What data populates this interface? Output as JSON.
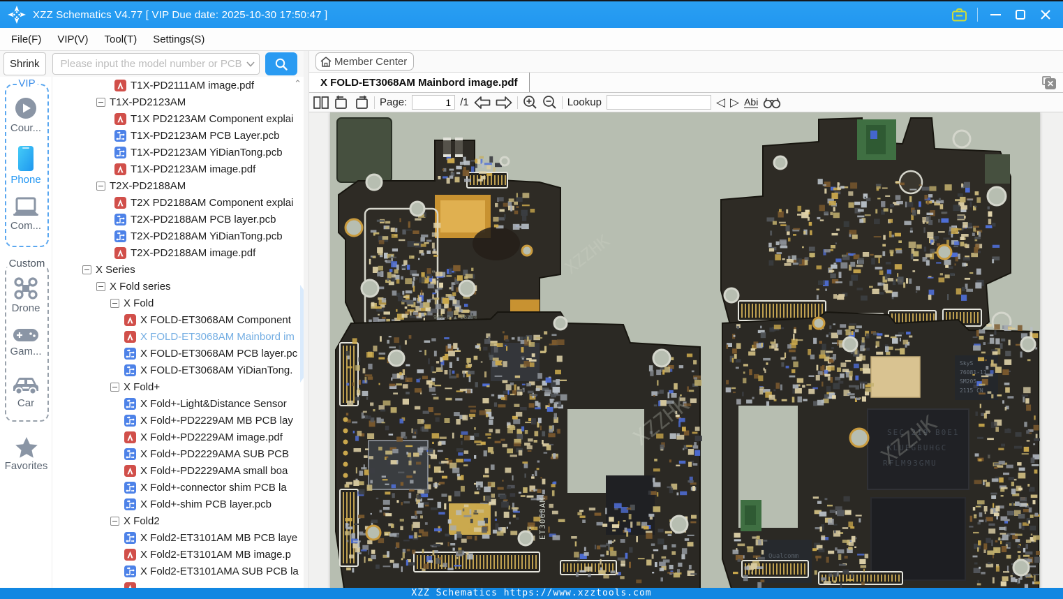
{
  "window": {
    "title": "XZZ Schematics V4.77 [ VIP Due date: 2025-10-30 17:50:47 ]"
  },
  "menu": {
    "items": [
      {
        "id": "file",
        "label": "File(F)"
      },
      {
        "id": "vip",
        "label": "VIP(V)"
      },
      {
        "id": "tool",
        "label": "Tool(T)"
      },
      {
        "id": "settings",
        "label": "Settings(S)"
      }
    ]
  },
  "search": {
    "shrink_label": "Shrink",
    "placeholder": "Please input the model number or PCB",
    "value": ""
  },
  "rail": {
    "vip": {
      "label": "VIP",
      "items": [
        {
          "id": "course",
          "label": "Cour...",
          "icon": "play-icon",
          "active": false
        },
        {
          "id": "phone",
          "label": "Phone",
          "icon": "phone-icon",
          "active": true
        },
        {
          "id": "computer",
          "label": "Com...",
          "icon": "laptop-icon",
          "active": false
        }
      ]
    },
    "custom": {
      "label": "Custom",
      "items": [
        {
          "id": "drone",
          "label": "Drone",
          "icon": "drone-icon",
          "active": false
        },
        {
          "id": "game",
          "label": "Gam...",
          "icon": "gamepad-icon",
          "active": false
        },
        {
          "id": "car",
          "label": "Car",
          "icon": "car-icon",
          "active": false
        }
      ]
    },
    "favorites": {
      "label": "Favorites",
      "icon": "star-icon"
    }
  },
  "tree": {
    "items": [
      {
        "label": "T1X-PD2111AM image.pdf",
        "type": "pdf",
        "level": 2,
        "selected": false
      },
      {
        "label": "T1X-PD2123AM",
        "type": "group",
        "level": 1,
        "selected": false
      },
      {
        "label": "T1X PD2123AM Component explai",
        "type": "pdf",
        "level": 2,
        "selected": false
      },
      {
        "label": "T1X-PD2123AM PCB Layer.pcb",
        "type": "pcb",
        "level": 2,
        "selected": false
      },
      {
        "label": "T1X-PD2123AM YiDianTong.pcb",
        "type": "pcb",
        "level": 2,
        "selected": false
      },
      {
        "label": "T1X-PD2123AM image.pdf",
        "type": "pdf",
        "level": 2,
        "selected": false
      },
      {
        "label": "T2X-PD2188AM",
        "type": "group",
        "level": 1,
        "selected": false
      },
      {
        "label": "T2X PD2188AM Component explai",
        "type": "pdf",
        "level": 2,
        "selected": false
      },
      {
        "label": "T2X-PD2188AM PCB layer.pcb",
        "type": "pcb",
        "level": 2,
        "selected": false
      },
      {
        "label": "T2X-PD2188AM YiDianTong.pcb",
        "type": "pcb",
        "level": 2,
        "selected": false
      },
      {
        "label": "T2X-PD2188AM image.pdf",
        "type": "pdf",
        "level": 2,
        "selected": false
      },
      {
        "label": "X Series",
        "type": "group",
        "level": 0,
        "selected": false
      },
      {
        "label": "X Fold series",
        "type": "group",
        "level": 1,
        "selected": false
      },
      {
        "label": "X Fold",
        "type": "group",
        "level": 2,
        "selected": false
      },
      {
        "label": "X FOLD-ET3068AM Component",
        "type": "pdf",
        "level": 3,
        "selected": false
      },
      {
        "label": "X FOLD-ET3068AM Mainbord im",
        "type": "pdf",
        "level": 3,
        "selected": true
      },
      {
        "label": "X FOLD-ET3068AM PCB layer.pc",
        "type": "pcb",
        "level": 3,
        "selected": false
      },
      {
        "label": "X FOLD-ET3068AM YiDianTong.",
        "type": "pcb",
        "level": 3,
        "selected": false
      },
      {
        "label": "X Fold+",
        "type": "group",
        "level": 2,
        "selected": false
      },
      {
        "label": "X Fold+-Light&Distance Sensor",
        "type": "pcb",
        "level": 3,
        "selected": false
      },
      {
        "label": "X Fold+-PD2229AM MB PCB lay",
        "type": "pcb",
        "level": 3,
        "selected": false
      },
      {
        "label": "X Fold+-PD2229AM image.pdf",
        "type": "pdf",
        "level": 3,
        "selected": false
      },
      {
        "label": "X Fold+-PD2229AMA SUB PCB",
        "type": "pcb",
        "level": 3,
        "selected": false
      },
      {
        "label": "X Fold+-PD2229AMA small boa",
        "type": "pdf",
        "level": 3,
        "selected": false
      },
      {
        "label": "X Fold+-connector shim PCB la",
        "type": "pcb",
        "level": 3,
        "selected": false
      },
      {
        "label": "X Fold+-shim PCB layer.pcb",
        "type": "pcb",
        "level": 3,
        "selected": false
      },
      {
        "label": "X Fold2",
        "type": "group",
        "level": 2,
        "selected": false
      },
      {
        "label": "X Fold2-ET3101AM MB PCB laye",
        "type": "pcb",
        "level": 3,
        "selected": false
      },
      {
        "label": "X Fold2-ET3101AM MB image.p",
        "type": "pdf",
        "level": 3,
        "selected": false
      },
      {
        "label": "X Fold2-ET3101AMA SUB PCB la",
        "type": "pcb",
        "level": 3,
        "selected": false
      },
      {
        "label": "",
        "type": "pdf",
        "level": 3,
        "selected": false
      }
    ]
  },
  "main": {
    "member_center_label": "Member Center",
    "tab_title": "X FOLD-ET3068AM Mainbord image.pdf",
    "toolbar": {
      "page_label": "Page:",
      "page_value": "1",
      "page_total": "/1",
      "lookup_label": "Lookup",
      "lookup_value": "",
      "abi_label": "Abi"
    },
    "pdf": {
      "watermark": "XZZHK",
      "board_a": {
        "silkscreen": "ET3068AMA",
        "cert_mark": "94V-0",
        "code_mark": "26204",
        "batch_mark": "MDK MB-18W 23-04",
        "serial_mark": "-01230"
      },
      "board_c": {
        "silkscreen": "ET3068AM"
      },
      "board_d": {
        "memory_chip_lines": [
          "SEC 219 B0E1",
          "KLUEGBUHGC",
          "RFLM93GMU"
        ],
        "rf_chip_lines": [
          "SkyS",
          "76081-11",
          "SM205",
          "2115 CN"
        ],
        "soc_chip": "Qualcomm"
      }
    }
  },
  "statusbar": {
    "text": "XZZ Schematics https://www.xzztools.com"
  },
  "colors": {
    "titlebar_blue": "#2196f0",
    "statusbar_blue": "#1287e2",
    "accent_blue": "#2a9bf2",
    "selected_item_blue": "#74aee3",
    "pdf_icon_red": "#d14f4a",
    "pcb_icon_blue": "#4d82e8",
    "vip_badge_yellow": "#cddc39",
    "pcb_page_green": "#b7beb1"
  }
}
